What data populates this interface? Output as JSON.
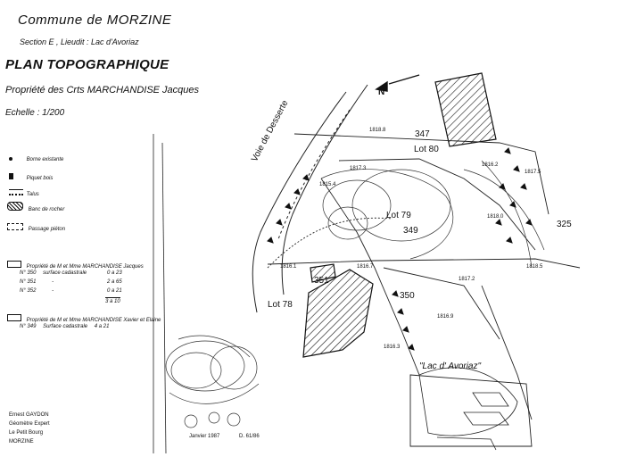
{
  "header": {
    "commune": "Commune de MORZINE",
    "section": "Section E , Lieudit : Lac d'Avoriaz",
    "plan_title": "PLAN TOPOGRAPHIQUE",
    "owner": "Propriété des Crts MARCHANDISE Jacques",
    "scale": "Echelle : 1/200"
  },
  "legend": {
    "items": [
      {
        "icon": "boundary-marker-icon",
        "label": "Borne existante"
      },
      {
        "icon": "wooden-stake-icon",
        "label": "Piquet bois"
      },
      {
        "icon": "embankment-icon",
        "label": "Talus"
      },
      {
        "icon": "rock-outcrop-icon",
        "label": "Banc de rocher"
      },
      {
        "icon": "footpath-icon",
        "label": "Passage piéton"
      }
    ],
    "property1": {
      "title": "Propriété de M et Mme MARCHANDISE Jacques",
      "rows": [
        {
          "parcel": "N° 350",
          "desc": "surface cadastrale",
          "value": "0 a 23"
        },
        {
          "parcel": "N° 351",
          "desc": "-",
          "value": "2 a 65"
        },
        {
          "parcel": "N° 352",
          "desc": "-",
          "value": "0 a 21"
        }
      ],
      "total": "3 a 10"
    },
    "property2": {
      "title": "Propriété de M et Mme MARCHANDISE Xavier et Elaine",
      "row": {
        "parcel": "N° 349",
        "desc": "Surface cadastrale",
        "value": "4 a 21"
      }
    }
  },
  "map": {
    "road": "Voie de Desserte",
    "lake": "\"Lac d' Avoriaz\"",
    "lots": [
      "Lot 80",
      "Lot 79",
      "Lot 78"
    ],
    "parcels": [
      "347",
      "349",
      "350",
      "351",
      "325"
    ],
    "north": "N",
    "small_labels": [
      "1818.8",
      "1817.3",
      "1815.4",
      "1816.2",
      "1818.0",
      "1817.5",
      "1816.1",
      "1816.7",
      "1817.2",
      "1816.9",
      "1818.5",
      "1816.3"
    ]
  },
  "signature": {
    "name": "Ernest GAYDON",
    "role": "Géomètre Expert",
    "address": "Le Petit Bourg",
    "town": "MORZINE",
    "date": "Janvier 1987",
    "ref": "D. 61/86"
  }
}
